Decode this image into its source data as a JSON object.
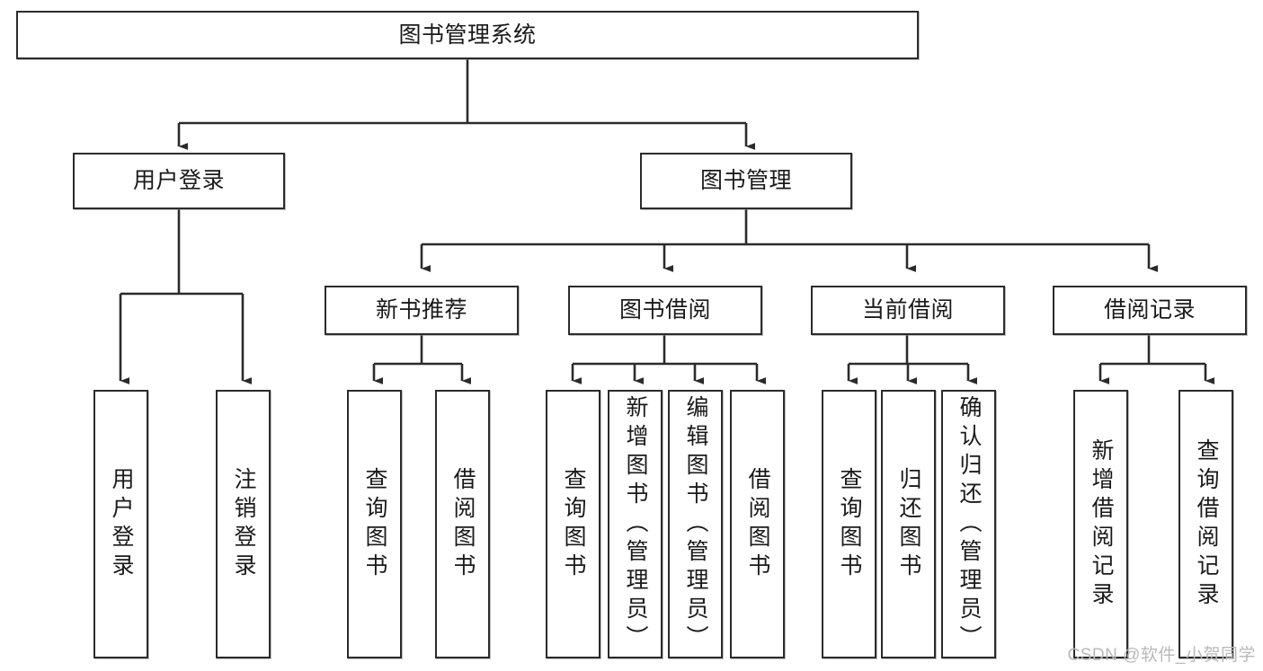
{
  "diagram": {
    "title": "图书管理系统",
    "type": "tree",
    "watermark": "CSDN @软件_小贺同学",
    "colors": {
      "box_border": "#2b2b2b",
      "box_fill": "#ffffff",
      "connector": "#2b2b2b",
      "text": "#1a1a1a",
      "watermark": "#b9b9b9",
      "background": "#ffffff"
    },
    "root": {
      "label": "图书管理系统"
    },
    "level2": [
      {
        "label": "用户登录"
      },
      {
        "label": "图书管理"
      }
    ],
    "level3": [
      {
        "label": "新书推荐"
      },
      {
        "label": "图书借阅"
      },
      {
        "label": "当前借阅"
      },
      {
        "label": "借阅记录"
      }
    ],
    "leaves": {
      "user_login": [
        {
          "label": "用户登录"
        },
        {
          "label": "注销登录"
        }
      ],
      "new_book_recommend": [
        {
          "label": "查询图书"
        },
        {
          "label": "借阅图书"
        }
      ],
      "book_borrow": [
        {
          "label": "查询图书"
        },
        {
          "label": "新增图书（管理员）"
        },
        {
          "label": "编辑图书（管理员）"
        },
        {
          "label": "借阅图书"
        }
      ],
      "current_borrow": [
        {
          "label": "查询图书"
        },
        {
          "label": "归还图书"
        },
        {
          "label": "确认归还（管理员）"
        }
      ],
      "borrow_record": [
        {
          "label": "新增借阅记录"
        },
        {
          "label": "查询借阅记录"
        }
      ]
    }
  },
  "chart_data": {
    "type": "table",
    "title": "图书管理系统",
    "hierarchy": [
      {
        "name": "图书管理系统",
        "children": [
          {
            "name": "用户登录",
            "children": [
              {
                "name": "用户登录"
              },
              {
                "name": "注销登录"
              }
            ]
          },
          {
            "name": "图书管理",
            "children": [
              {
                "name": "新书推荐",
                "children": [
                  {
                    "name": "查询图书"
                  },
                  {
                    "name": "借阅图书"
                  }
                ]
              },
              {
                "name": "图书借阅",
                "children": [
                  {
                    "name": "查询图书"
                  },
                  {
                    "name": "新增图书（管理员）"
                  },
                  {
                    "name": "编辑图书（管理员）"
                  },
                  {
                    "name": "借阅图书"
                  }
                ]
              },
              {
                "name": "当前借阅",
                "children": [
                  {
                    "name": "查询图书"
                  },
                  {
                    "name": "归还图书"
                  },
                  {
                    "name": "确认归还（管理员）"
                  }
                ]
              },
              {
                "name": "借阅记录",
                "children": [
                  {
                    "name": "新增借阅记录"
                  },
                  {
                    "name": "查询借阅记录"
                  }
                ]
              }
            ]
          }
        ]
      }
    ]
  }
}
